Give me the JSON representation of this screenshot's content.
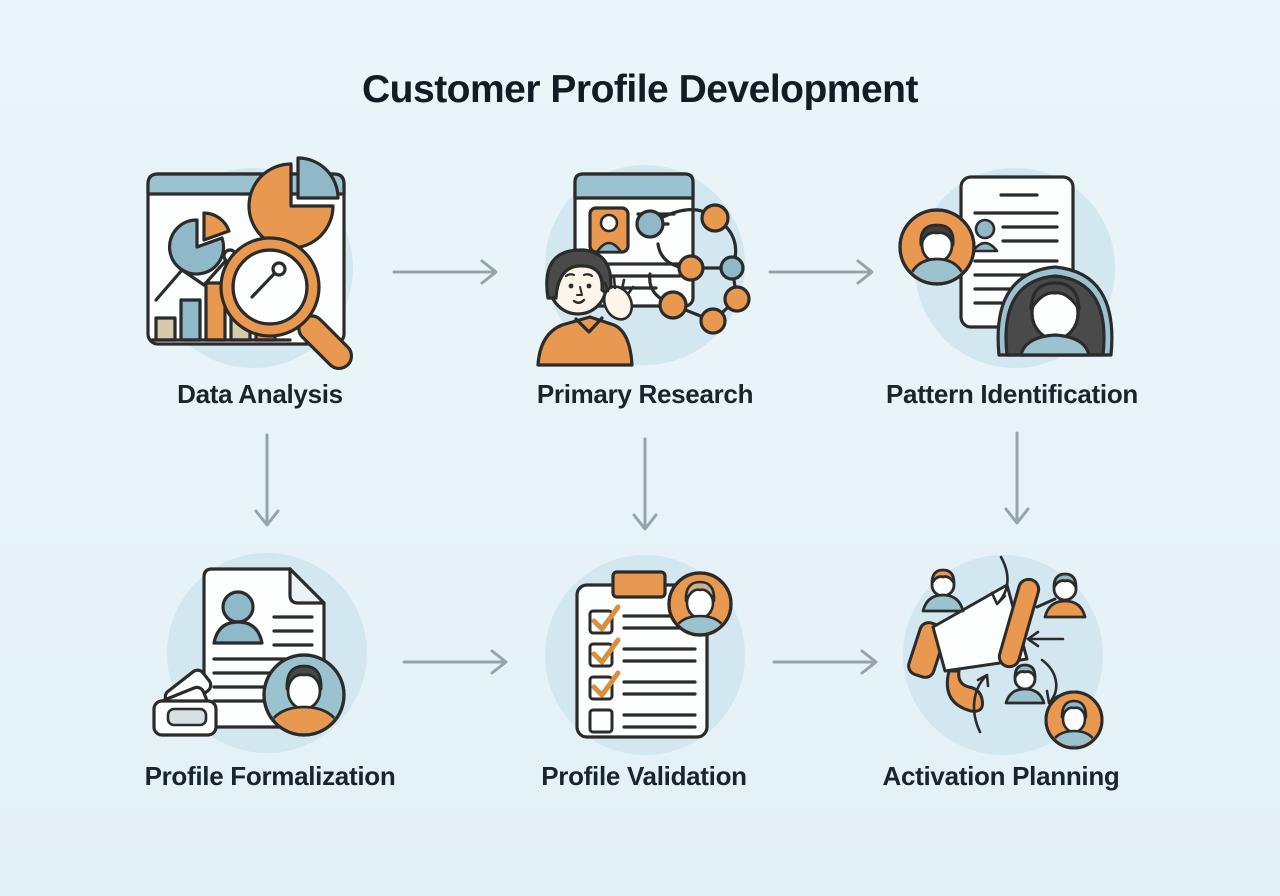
{
  "title": "Customer Profile Development",
  "steps": [
    {
      "id": "data-analysis",
      "label": "Data Analysis",
      "icon": "data-analysis-icon"
    },
    {
      "id": "primary-research",
      "label": "Primary Research",
      "icon": "primary-research-icon"
    },
    {
      "id": "pattern-identification",
      "label": "Pattern Identification",
      "icon": "pattern-identification-icon"
    },
    {
      "id": "profile-formalization",
      "label": "Profile Formalization",
      "icon": "profile-formalization-icon"
    },
    {
      "id": "profile-validation",
      "label": "Profile Validation",
      "icon": "profile-validation-icon"
    },
    {
      "id": "activation-planning",
      "label": "Activation Planning",
      "icon": "activation-planning-icon"
    }
  ],
  "connections": [
    {
      "from": "Data Analysis",
      "to": "Primary Research",
      "direction": "right"
    },
    {
      "from": "Primary Research",
      "to": "Pattern Identification",
      "direction": "right"
    },
    {
      "from": "Data Analysis",
      "to": "Profile Formalization",
      "direction": "down"
    },
    {
      "from": "Primary Research",
      "to": "Profile Validation",
      "direction": "down"
    },
    {
      "from": "Pattern Identification",
      "to": "Activation Planning",
      "direction": "down"
    },
    {
      "from": "Profile Formalization",
      "to": "Profile Validation",
      "direction": "right"
    },
    {
      "from": "Profile Validation",
      "to": "Activation Planning",
      "direction": "right"
    }
  ],
  "palette": {
    "background": "#EAF5F9",
    "icon_circle": "#D2E7EF",
    "orange": "#E8984F",
    "steel_blue": "#8FB9C8",
    "light_blue": "#9BC2CF",
    "tan": "#D5CAA9",
    "outline": "#2B2B2B",
    "arrow_gray": "#97A3AB",
    "text": "#1A242C"
  }
}
